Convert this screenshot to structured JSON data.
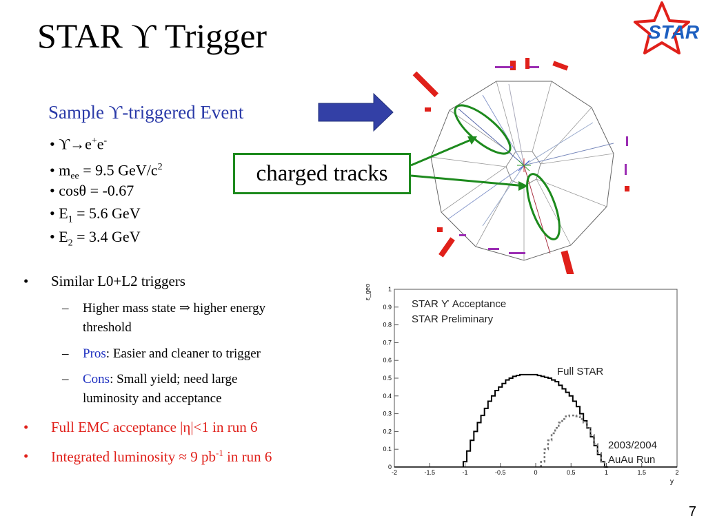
{
  "slide": {
    "title": "STAR ϒ Trigger",
    "page_number": "7",
    "logo_text": "STAR"
  },
  "event": {
    "title": "Sample ϒ-triggered Event",
    "decay": {
      "bullet": "•",
      "pre": "ϒ→e",
      "sup1": "+",
      "mid": "e",
      "sup2": "-"
    },
    "mass": {
      "bullet": "•",
      "pre": "m",
      "sub": "ee",
      "mid": " = 9.5 GeV/c",
      "sup": "2"
    },
    "cos": "• cosθ = -0.67",
    "e1": {
      "pre": "• E",
      "sub": "1",
      "post": " = 5.6 GeV"
    },
    "e2": {
      "pre": "• E",
      "sub": "2",
      "post": " = 3.4 GeV"
    },
    "callout": "charged tracks"
  },
  "bullets": {
    "marker": "•",
    "dash": "–",
    "b1": "Similar L0+L2 triggers",
    "s1_line1": "Higher mass state ⇒ higher energy",
    "s1_line2": "threshold",
    "s2_key": "Pros",
    "s2_rest": ": Easier and cleaner to trigger",
    "s3_key": "Cons",
    "s3_line1": ": Small yield; need large",
    "s3_line2": "luminosity and acceptance",
    "b2": "Full EMC acceptance |η|<1 in run 6",
    "b3_pre": "Integrated luminosity ≈ 9 pb",
    "b3_sup": "-1",
    "b3_post": " in run 6"
  },
  "colors": {
    "event_title": "#2a3aa8",
    "red_text": "#e0201a",
    "blue_text": "#1d2fc0",
    "callout_green": "#1d8a1d",
    "arrow_blue": "#3340a6"
  },
  "chart_data": {
    "type": "line",
    "title": "STAR ϒ Acceptance",
    "subtitle": "STAR Preliminary",
    "xlabel": "y",
    "ylabel": "ε_geo",
    "xlim": [
      -2,
      2
    ],
    "ylim": [
      0,
      1
    ],
    "xticks": [
      "-2",
      "-1.5",
      "-1",
      "-0.5",
      "0",
      "0.5",
      "1",
      "1.5",
      "2"
    ],
    "yticks": [
      "0",
      "0.1",
      "0.2",
      "0.3",
      "0.4",
      "0.5",
      "0.6",
      "0.7",
      "0.8",
      "0.9",
      "1"
    ],
    "annotations": [
      "Full STAR",
      "2003/2004",
      "AuAu Run"
    ],
    "series": [
      {
        "name": "Full STAR",
        "style": "solid",
        "x": [
          -1.0,
          -0.95,
          -0.9,
          -0.85,
          -0.8,
          -0.75,
          -0.7,
          -0.65,
          -0.6,
          -0.55,
          -0.5,
          -0.45,
          -0.4,
          -0.35,
          -0.3,
          -0.25,
          -0.2,
          -0.15,
          -0.1,
          -0.05,
          0.0,
          0.05,
          0.1,
          0.15,
          0.2,
          0.25,
          0.3,
          0.35,
          0.4,
          0.45,
          0.5,
          0.55,
          0.6,
          0.65,
          0.7,
          0.75,
          0.8,
          0.85,
          0.9,
          0.95,
          1.0
        ],
        "values": [
          0.03,
          0.09,
          0.15,
          0.2,
          0.25,
          0.29,
          0.33,
          0.37,
          0.4,
          0.43,
          0.45,
          0.47,
          0.49,
          0.5,
          0.51,
          0.515,
          0.52,
          0.52,
          0.52,
          0.52,
          0.52,
          0.515,
          0.51,
          0.505,
          0.5,
          0.49,
          0.48,
          0.46,
          0.44,
          0.42,
          0.4,
          0.37,
          0.34,
          0.3,
          0.26,
          0.22,
          0.17,
          0.12,
          0.07,
          0.03,
          0.0
        ]
      },
      {
        "name": "2003/2004 AuAu Run",
        "style": "dotted",
        "x": [
          0.1,
          0.15,
          0.2,
          0.25,
          0.3,
          0.35,
          0.4,
          0.45,
          0.5,
          0.55,
          0.6,
          0.65,
          0.7,
          0.75,
          0.8,
          0.85,
          0.9,
          0.95,
          1.0
        ],
        "values": [
          0.03,
          0.1,
          0.15,
          0.19,
          0.22,
          0.25,
          0.27,
          0.285,
          0.29,
          0.29,
          0.285,
          0.27,
          0.25,
          0.22,
          0.18,
          0.13,
          0.08,
          0.03,
          0.0
        ]
      }
    ]
  }
}
